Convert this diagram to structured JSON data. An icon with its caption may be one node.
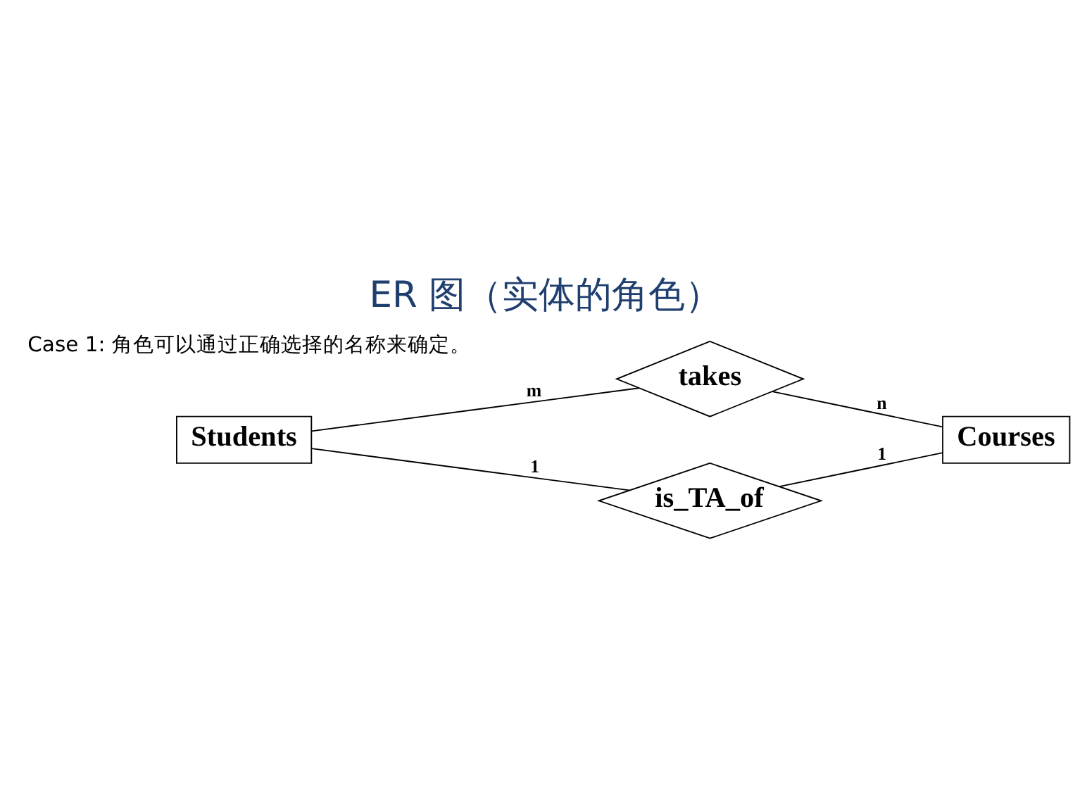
{
  "diagram": {
    "title": "ER 图（实体的角色）",
    "nodes": [
      {
        "text": [
          "Students"
        ]
      },
      {
        "text": [
          "takes"
        ]
      },
      {
        "text": [
          "Courses"
        ]
      },
      {
        "text": [
          "is_TA_of"
        ]
      }
    ],
    "edges": [
      {
        "from": 0,
        "to": 1,
        "arrow": "none",
        "label": "m"
      },
      {
        "from": 1,
        "to": 2,
        "arrow": "none",
        "label": "n"
      },
      {
        "from": 0,
        "to": 3,
        "arrow": "none",
        "label": "1"
      },
      {
        "from": 3,
        "to": 2,
        "arrow": "none",
        "label": "1"
      }
    ],
    "labels": [
      "Case 1: 角色可以通过正确选择的名称来确定。"
    ]
  }
}
